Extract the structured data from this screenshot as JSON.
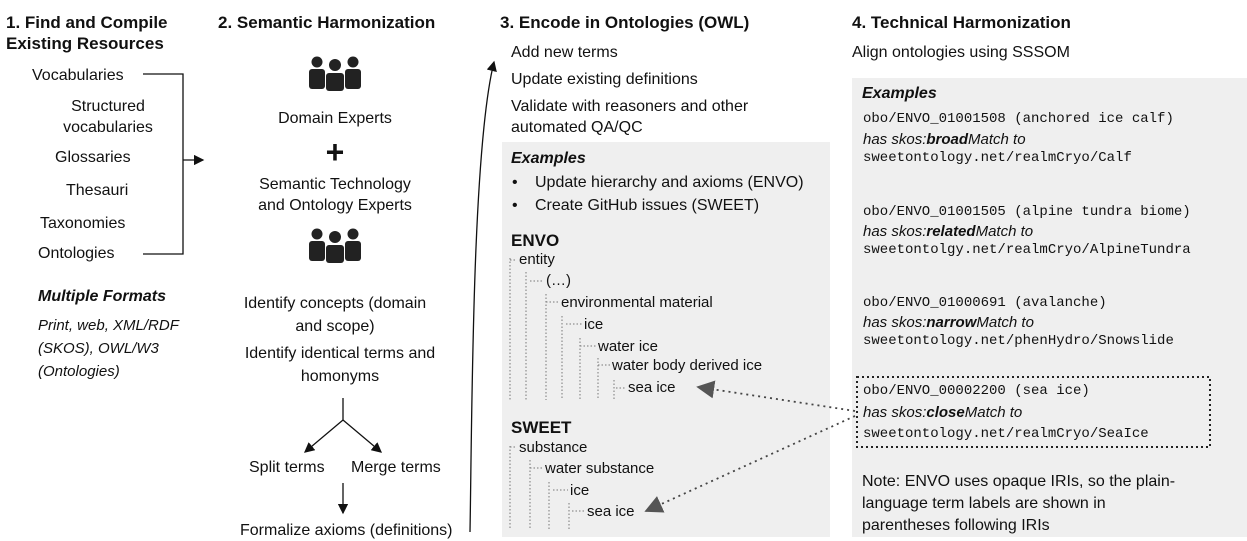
{
  "col1": {
    "heading": [
      "1. Find and Compile",
      "Existing Resources"
    ],
    "resources": [
      "Vocabularies",
      "Structured",
      "vocabularies",
      "Glossaries",
      "Thesauri",
      "Taxonomies",
      "Ontologies"
    ],
    "formats_title": "Multiple Formats",
    "formats_text": [
      "Print, web, XML/RDF",
      "(SKOS), OWL/W3",
      "(Ontologies)"
    ]
  },
  "col2": {
    "heading": "2. Semantic Harmonization",
    "domain_experts": "Domain Experts",
    "plus": "+",
    "tech_experts": [
      "Semantic Technology",
      "and Ontology Experts"
    ],
    "identify_concepts": [
      "Identify concepts (domain",
      "and scope)"
    ],
    "identify_terms": [
      "Identify identical terms and",
      "homonyms"
    ],
    "split": "Split terms",
    "merge": "Merge terms",
    "formalize": "Formalize axioms (definitions)"
  },
  "col3": {
    "heading": "3. Encode in Ontologies (OWL)",
    "steps": [
      "Add new terms",
      "Update existing definitions",
      "Validate with reasoners and other",
      "automated QA/QC"
    ],
    "examples_title": "Examples",
    "bullets": [
      "Update hierarchy and axioms (ENVO)",
      "Create GitHub issues (SWEET)"
    ],
    "envo_title": "ENVO",
    "envo_tree": [
      "entity",
      "(…)",
      "environmental material",
      "ice",
      "water ice",
      "water body derived ice",
      "sea ice"
    ],
    "sweet_title": "SWEET",
    "sweet_tree": [
      "substance",
      "water substance",
      "ice",
      "sea ice"
    ]
  },
  "col4": {
    "heading": "4. Technical Harmonization",
    "subheading": "Align ontologies using SSSOM",
    "examples_title": "Examples",
    "mappings": [
      {
        "iri": "obo/ENVO_01001508 (anchored ice calf)",
        "pre": "has skos:",
        "bold": "broad",
        "post": "Match to",
        "target": "sweetontology.net/realmCryo/Calf"
      },
      {
        "iri": "obo/ENVO_01001505 (alpine tundra biome)",
        "pre": "has skos:",
        "bold": "related",
        "post": "Match to",
        "target": "sweetontolgy.net/realmCryo/AlpineTundra"
      },
      {
        "iri": "obo/ENVO_01000691 (avalanche)",
        "pre": "has skos:",
        "bold": "narrow",
        "post": "Match to",
        "target": "sweetontology.net/phenHydro/Snowslide"
      },
      {
        "iri": "obo/ENVO_00002200 (sea ice)",
        "pre": "has skos:",
        "bold": "close",
        "post": "Match to",
        "target": "sweetontology.net/realmCryo/SeaIce"
      }
    ],
    "note": [
      "Note: ENVO uses opaque IRIs, so the plain-",
      "language term labels are shown in",
      "parentheses following IRIs"
    ]
  },
  "icons": [
    "people-group-icon",
    "people-group-icon"
  ],
  "colors": {
    "panel": "#efefef",
    "text": "#111111"
  }
}
